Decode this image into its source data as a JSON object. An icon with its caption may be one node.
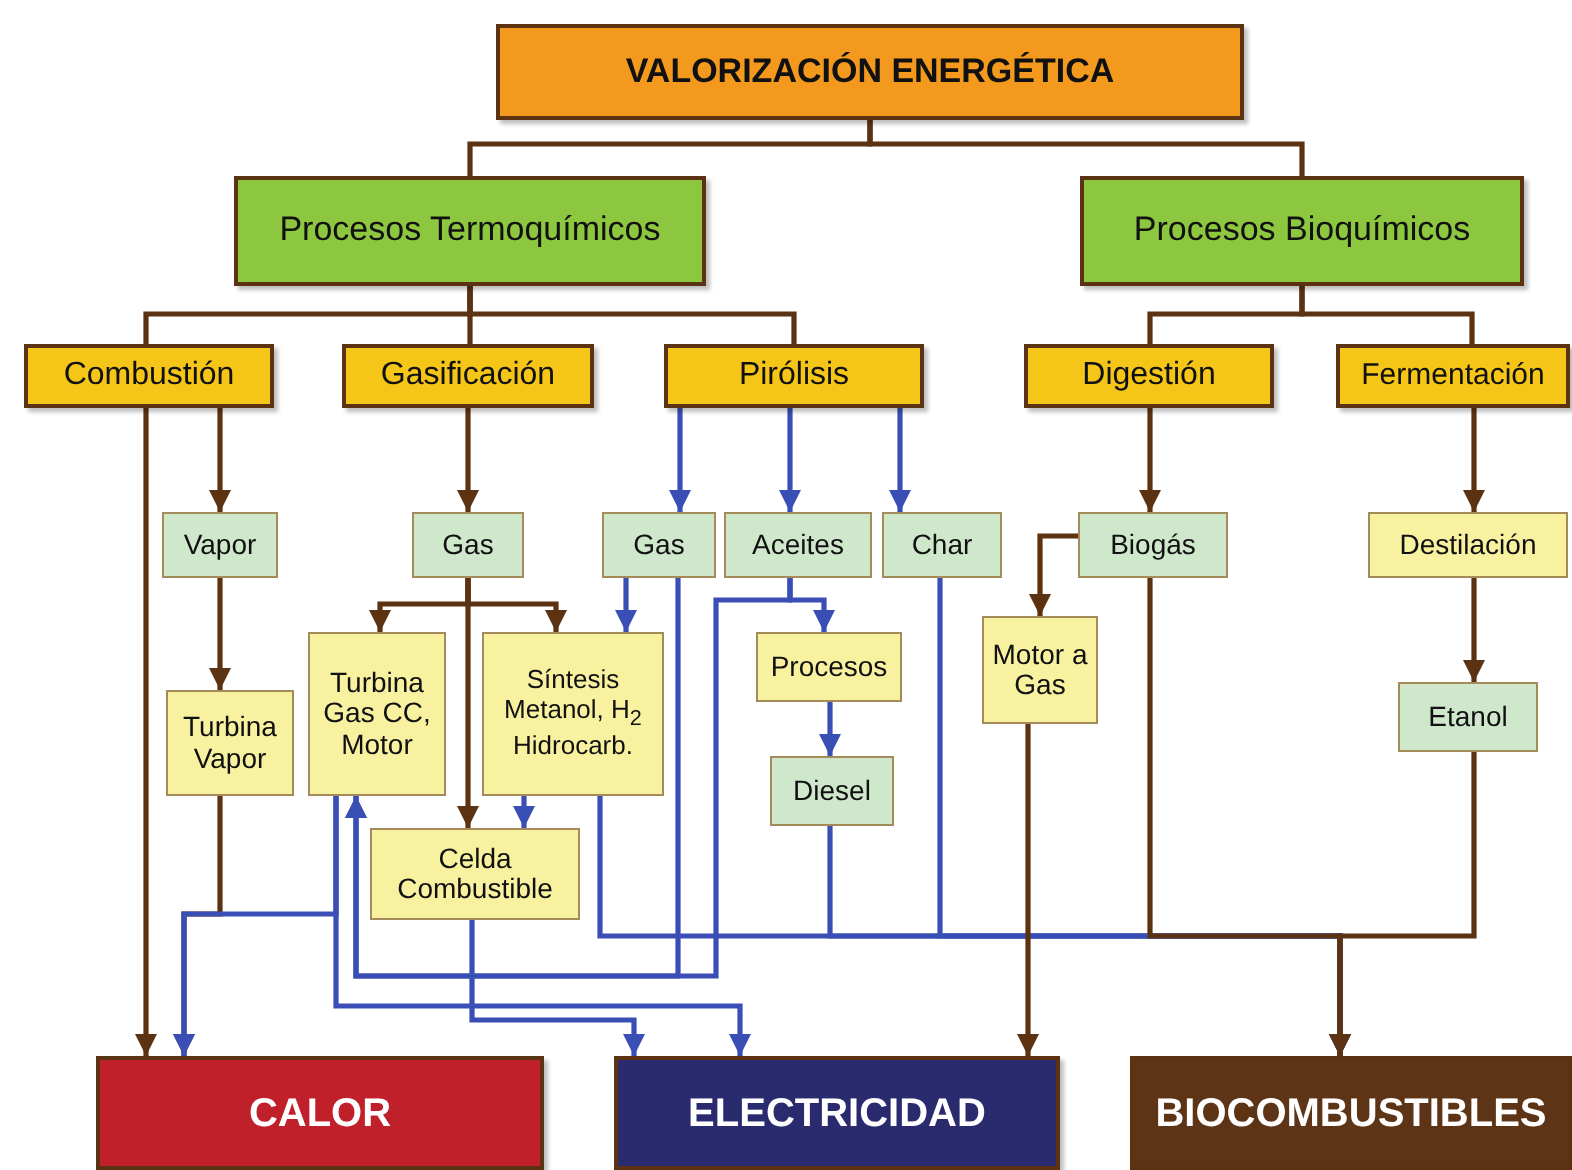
{
  "diagram": {
    "nodes": [
      {
        "text": [
          "VALORIZACIÓN ENERGÉTICA"
        ]
      },
      {
        "text": [
          "Procesos Termoquímicos"
        ]
      },
      {
        "text": [
          "Procesos Bioquímicos"
        ]
      },
      {
        "text": [
          "Combustión"
        ]
      },
      {
        "text": [
          "Gasificación"
        ]
      },
      {
        "text": [
          "Pirólisis"
        ]
      },
      {
        "text": [
          "Digestión"
        ]
      },
      {
        "text": [
          "Fermentación"
        ]
      },
      {
        "text": [
          "Vapor"
        ]
      },
      {
        "text": [
          "Gas"
        ]
      },
      {
        "text": [
          "Gas"
        ]
      },
      {
        "text": [
          "Aceites"
        ]
      },
      {
        "text": [
          "Char"
        ]
      },
      {
        "text": [
          "Biogás"
        ]
      },
      {
        "text": [
          "Destilación"
        ]
      },
      {
        "text": [
          "Turbina Vapor"
        ]
      },
      {
        "text": [
          "Turbina Gas CC, Motor"
        ]
      },
      {
        "text": [
          "Síntesis Metanol, H$_{2}$ Hidrocarb."
        ]
      },
      {
        "text": [
          "Procesos"
        ]
      },
      {
        "text": [
          "Diesel"
        ]
      },
      {
        "text": [
          "Motor a Gas"
        ]
      },
      {
        "text": [
          "Etanol"
        ]
      },
      {
        "text": [
          "Celda Combustible"
        ]
      },
      {
        "text": [
          "CALOR"
        ]
      },
      {
        "text": [
          "ELECTRICIDAD"
        ]
      },
      {
        "text": [
          "BIOCOMBUSTIBLES"
        ]
      }
    ],
    "edges": [
      {
        "from": 0,
        "to": 1,
        "arrow": "none"
      },
      {
        "from": 0,
        "to": 2,
        "arrow": "none"
      },
      {
        "from": 1,
        "to": 3,
        "arrow": "none"
      },
      {
        "from": 1,
        "to": 4,
        "arrow": "none"
      },
      {
        "from": 1,
        "to": 5,
        "arrow": "none"
      },
      {
        "from": 2,
        "to": 6,
        "arrow": "none"
      },
      {
        "from": 2,
        "to": 7,
        "arrow": "none"
      },
      {
        "from": 3,
        "to": 23,
        "arrow": "to"
      },
      {
        "from": 3,
        "to": 8,
        "arrow": "to"
      },
      {
        "from": 8,
        "to": 15,
        "arrow": "to"
      },
      {
        "from": 15,
        "to": 23,
        "arrow": "to"
      },
      {
        "from": 4,
        "to": 9,
        "arrow": "to"
      },
      {
        "from": 9,
        "to": 16,
        "arrow": "to"
      },
      {
        "from": 9,
        "to": 17,
        "arrow": "to"
      },
      {
        "from": 9,
        "to": 22,
        "arrow": "to"
      },
      {
        "from": 5,
        "to": 10,
        "arrow": "to",
        "color": "#3a4fb5"
      },
      {
        "from": 5,
        "to": 11,
        "arrow": "to",
        "color": "#3a4fb5"
      },
      {
        "from": 5,
        "to": 12,
        "arrow": "to",
        "color": "#3a4fb5"
      },
      {
        "from": 10,
        "to": 17,
        "arrow": "to",
        "color": "#3a4fb5"
      },
      {
        "from": 10,
        "to": 16,
        "arrow": "to",
        "color": "#3a4fb5"
      },
      {
        "from": 11,
        "to": 16,
        "arrow": "to",
        "color": "#3a4fb5"
      },
      {
        "from": 11,
        "to": 18,
        "arrow": "to",
        "color": "#3a4fb5"
      },
      {
        "from": 17,
        "to": 22,
        "arrow": "to",
        "color": "#3a4fb5"
      },
      {
        "from": 18,
        "to": 19,
        "arrow": "to",
        "color": "#3a4fb5"
      },
      {
        "from": 17,
        "to": 25,
        "arrow": "to",
        "color": "#3a4fb5"
      },
      {
        "from": 19,
        "to": 25,
        "arrow": "to",
        "color": "#3a4fb5"
      },
      {
        "from": 12,
        "to": 25,
        "arrow": "to",
        "color": "#3a4fb5"
      },
      {
        "from": 13,
        "to": 25,
        "arrow": "to"
      },
      {
        "from": 21,
        "to": 25,
        "arrow": "to"
      },
      {
        "from": 22,
        "to": 24,
        "arrow": "to",
        "color": "#3a4fb5"
      },
      {
        "from": 16,
        "to": 24,
        "arrow": "to",
        "color": "#3a4fb5"
      },
      {
        "from": 16,
        "to": 23,
        "arrow": "to",
        "color": "#3a4fb5"
      },
      {
        "from": 6,
        "to": 13,
        "arrow": "to"
      },
      {
        "from": 13,
        "to": 20,
        "arrow": "to"
      },
      {
        "from": 20,
        "to": 24,
        "arrow": "to"
      },
      {
        "from": 7,
        "to": 14,
        "arrow": "to"
      },
      {
        "from": 14,
        "to": 21,
        "arrow": "to"
      }
    ]
  }
}
